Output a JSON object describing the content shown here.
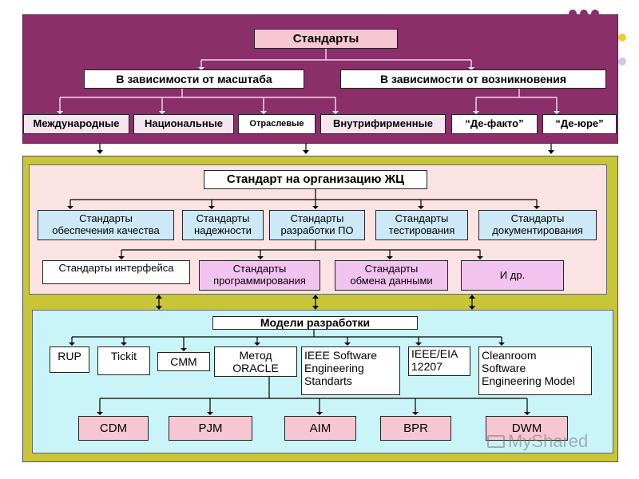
{
  "top": {
    "root": "Стандарты",
    "by_scale": "В зависимости от масштаба",
    "by_origin": "В зависимости от возникновения",
    "scale_items": [
      "Международные",
      "Национальные",
      "Отраслевые",
      "Внутрифирменные"
    ],
    "origin_items": [
      "“Де-факто”",
      "“Де-юре”"
    ]
  },
  "lifecycle": {
    "title": "Стандарт на организацию ЖЦ",
    "row1": [
      [
        "Стандарты",
        "обеспечения качества"
      ],
      [
        "Стандарты",
        "надежности"
      ],
      [
        "Стандарты",
        "разработки ПО"
      ],
      [
        "Стандарты",
        "тестирования"
      ],
      [
        "Стандарты",
        "документирования"
      ]
    ],
    "row2": [
      [
        "Стандарты интерфейса"
      ],
      [
        "Стандарты",
        "программирования"
      ],
      [
        "Стандарты",
        "обмена данными"
      ],
      [
        "И др."
      ]
    ]
  },
  "models": {
    "title": "Модели разработки",
    "items": [
      [
        "RUP"
      ],
      [
        "Tickit"
      ],
      [
        "CMM"
      ],
      [
        "Метод",
        "ORACLE"
      ],
      [
        "IEEE Software",
        "Engineering",
        "Standarts"
      ],
      [
        "IEEE/EIA",
        "12207"
      ],
      [
        "Cleanroom",
        "Software",
        "Engineering Model"
      ]
    ],
    "oracle_methods": [
      "CDM",
      "PJM",
      "AIM",
      "BPR",
      "DWM"
    ]
  },
  "watermark": "MyShared",
  "colors": {
    "top_panel": "#8b2f6b",
    "lifecycle_outer": "#f4f0a3",
    "lifecycle_inner": "#fbe3e3",
    "models_outer": "#c8c637",
    "models_inner": "#c9f5f8",
    "pink_box": "#f6c7d3",
    "blue_box": "#cde9f7",
    "violet_box": "#f3c3ef",
    "white_box": "#ffffff"
  }
}
